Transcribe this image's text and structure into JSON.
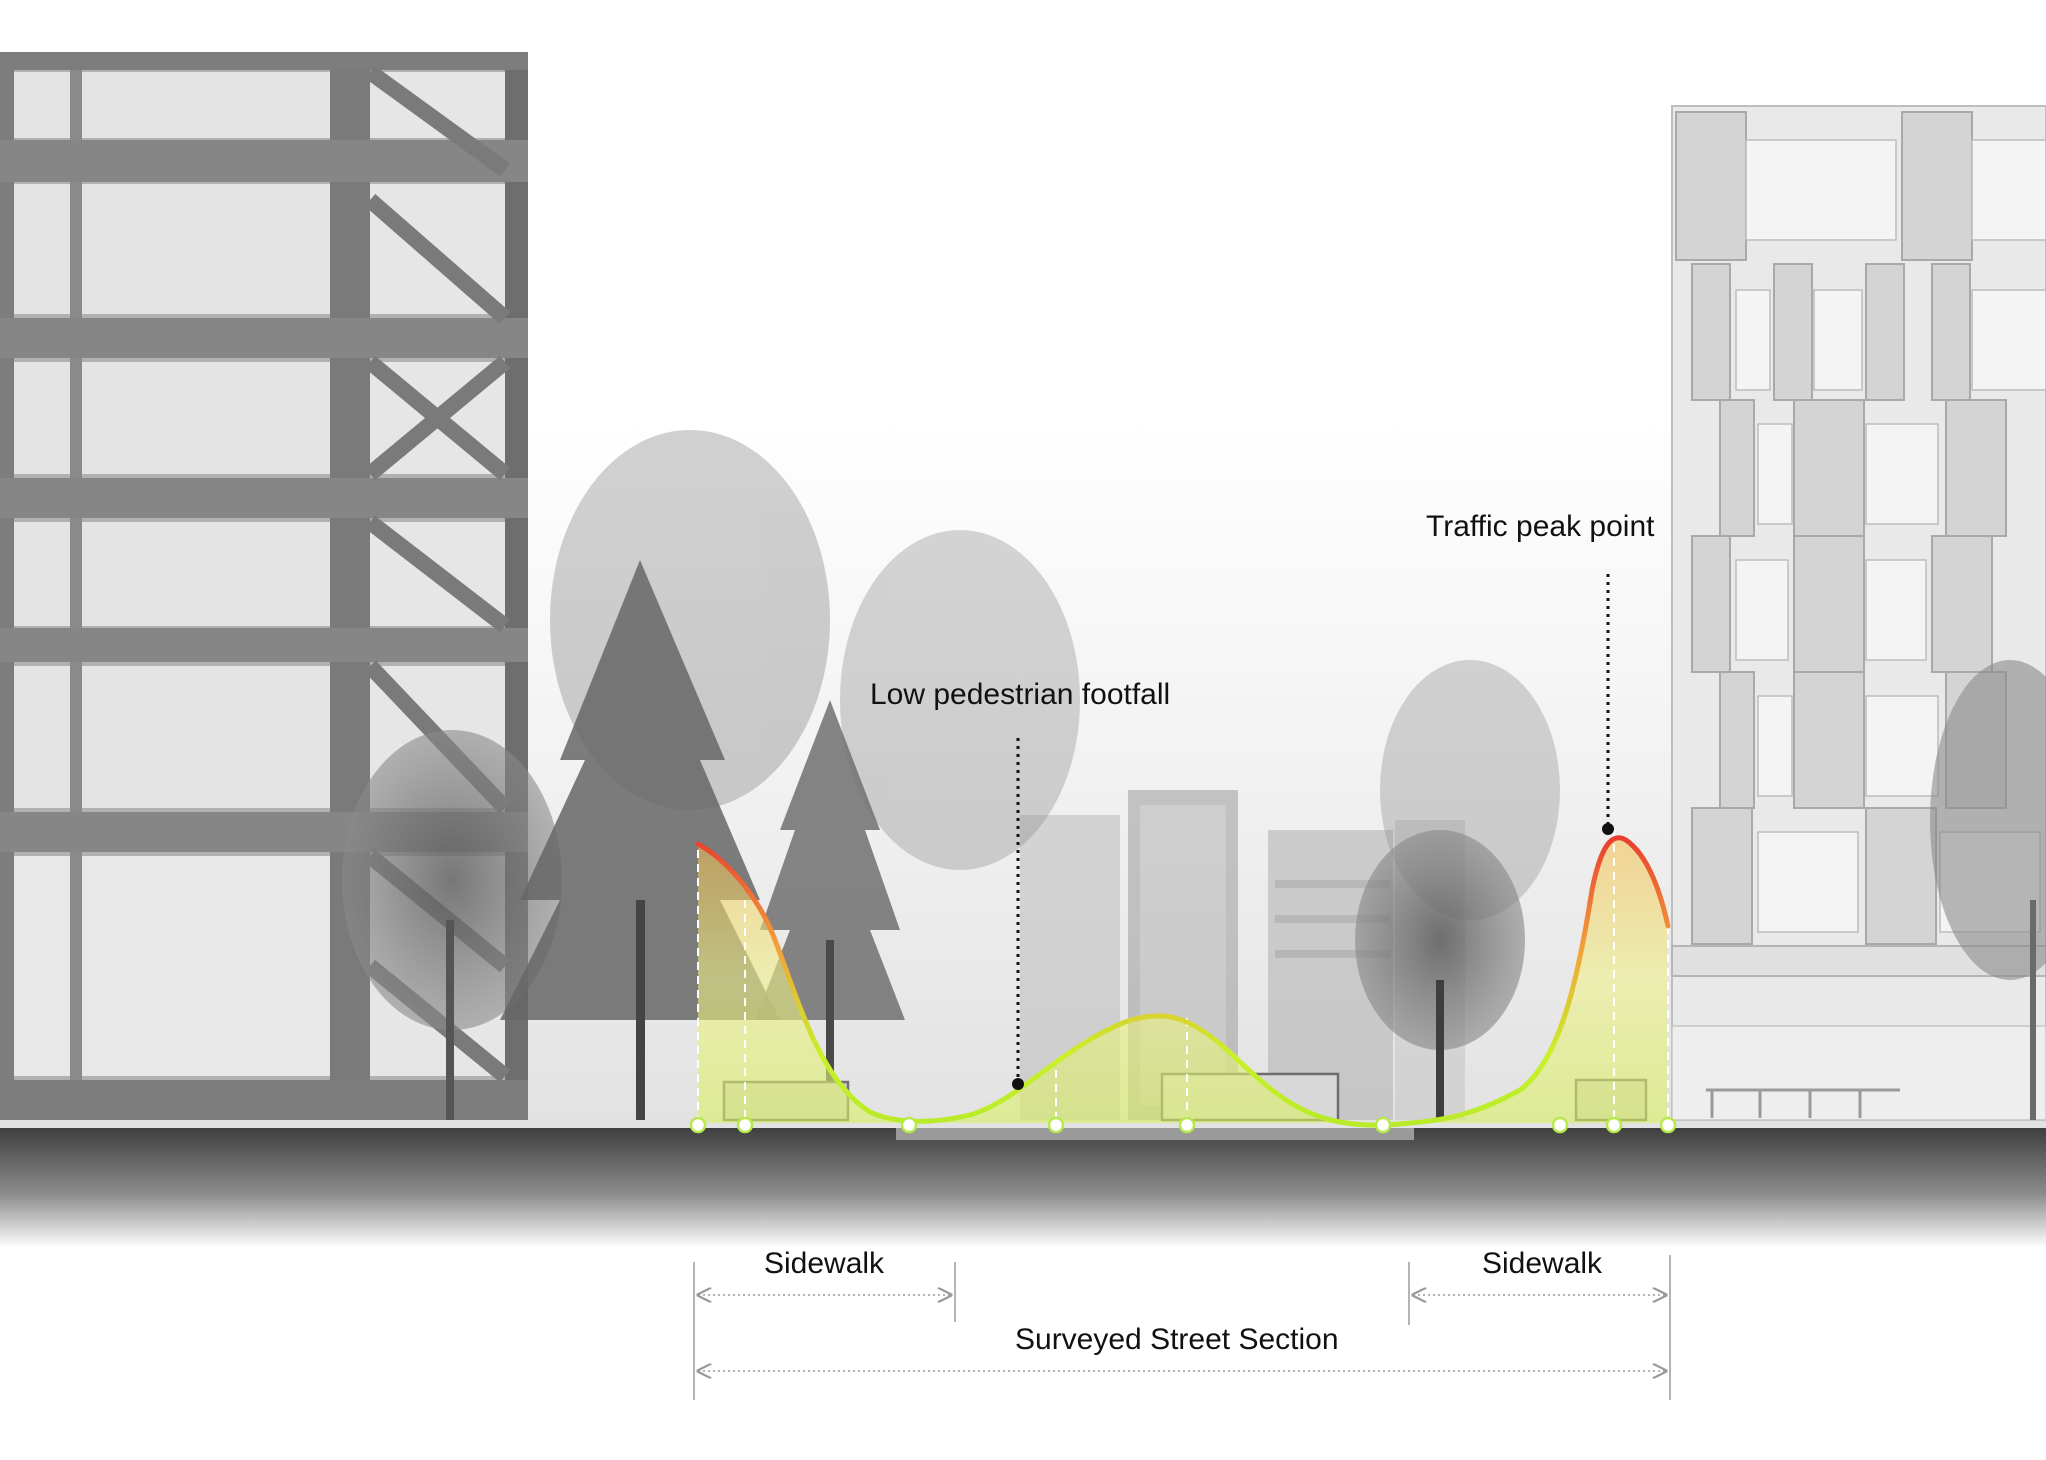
{
  "annotations": {
    "traffic_peak": "Traffic peak point",
    "low_footfall": "Low pedestrian footfall"
  },
  "dimensions": {
    "sidewalk_left": "Sidewalk",
    "sidewalk_right": "Sidewalk",
    "street_section": "Surveyed Street Section"
  },
  "colors": {
    "curve_high": "#e8372e",
    "curve_mid": "#f2a33a",
    "curve_low": "#c9f02b",
    "fill": "#e8f27a",
    "ground": "#4a4a4a",
    "building_left": "#8a8a8a",
    "building_right": "#d9d9d9"
  },
  "icons": {
    "marker": "dot-marker-icon",
    "node": "circle-node-icon"
  }
}
